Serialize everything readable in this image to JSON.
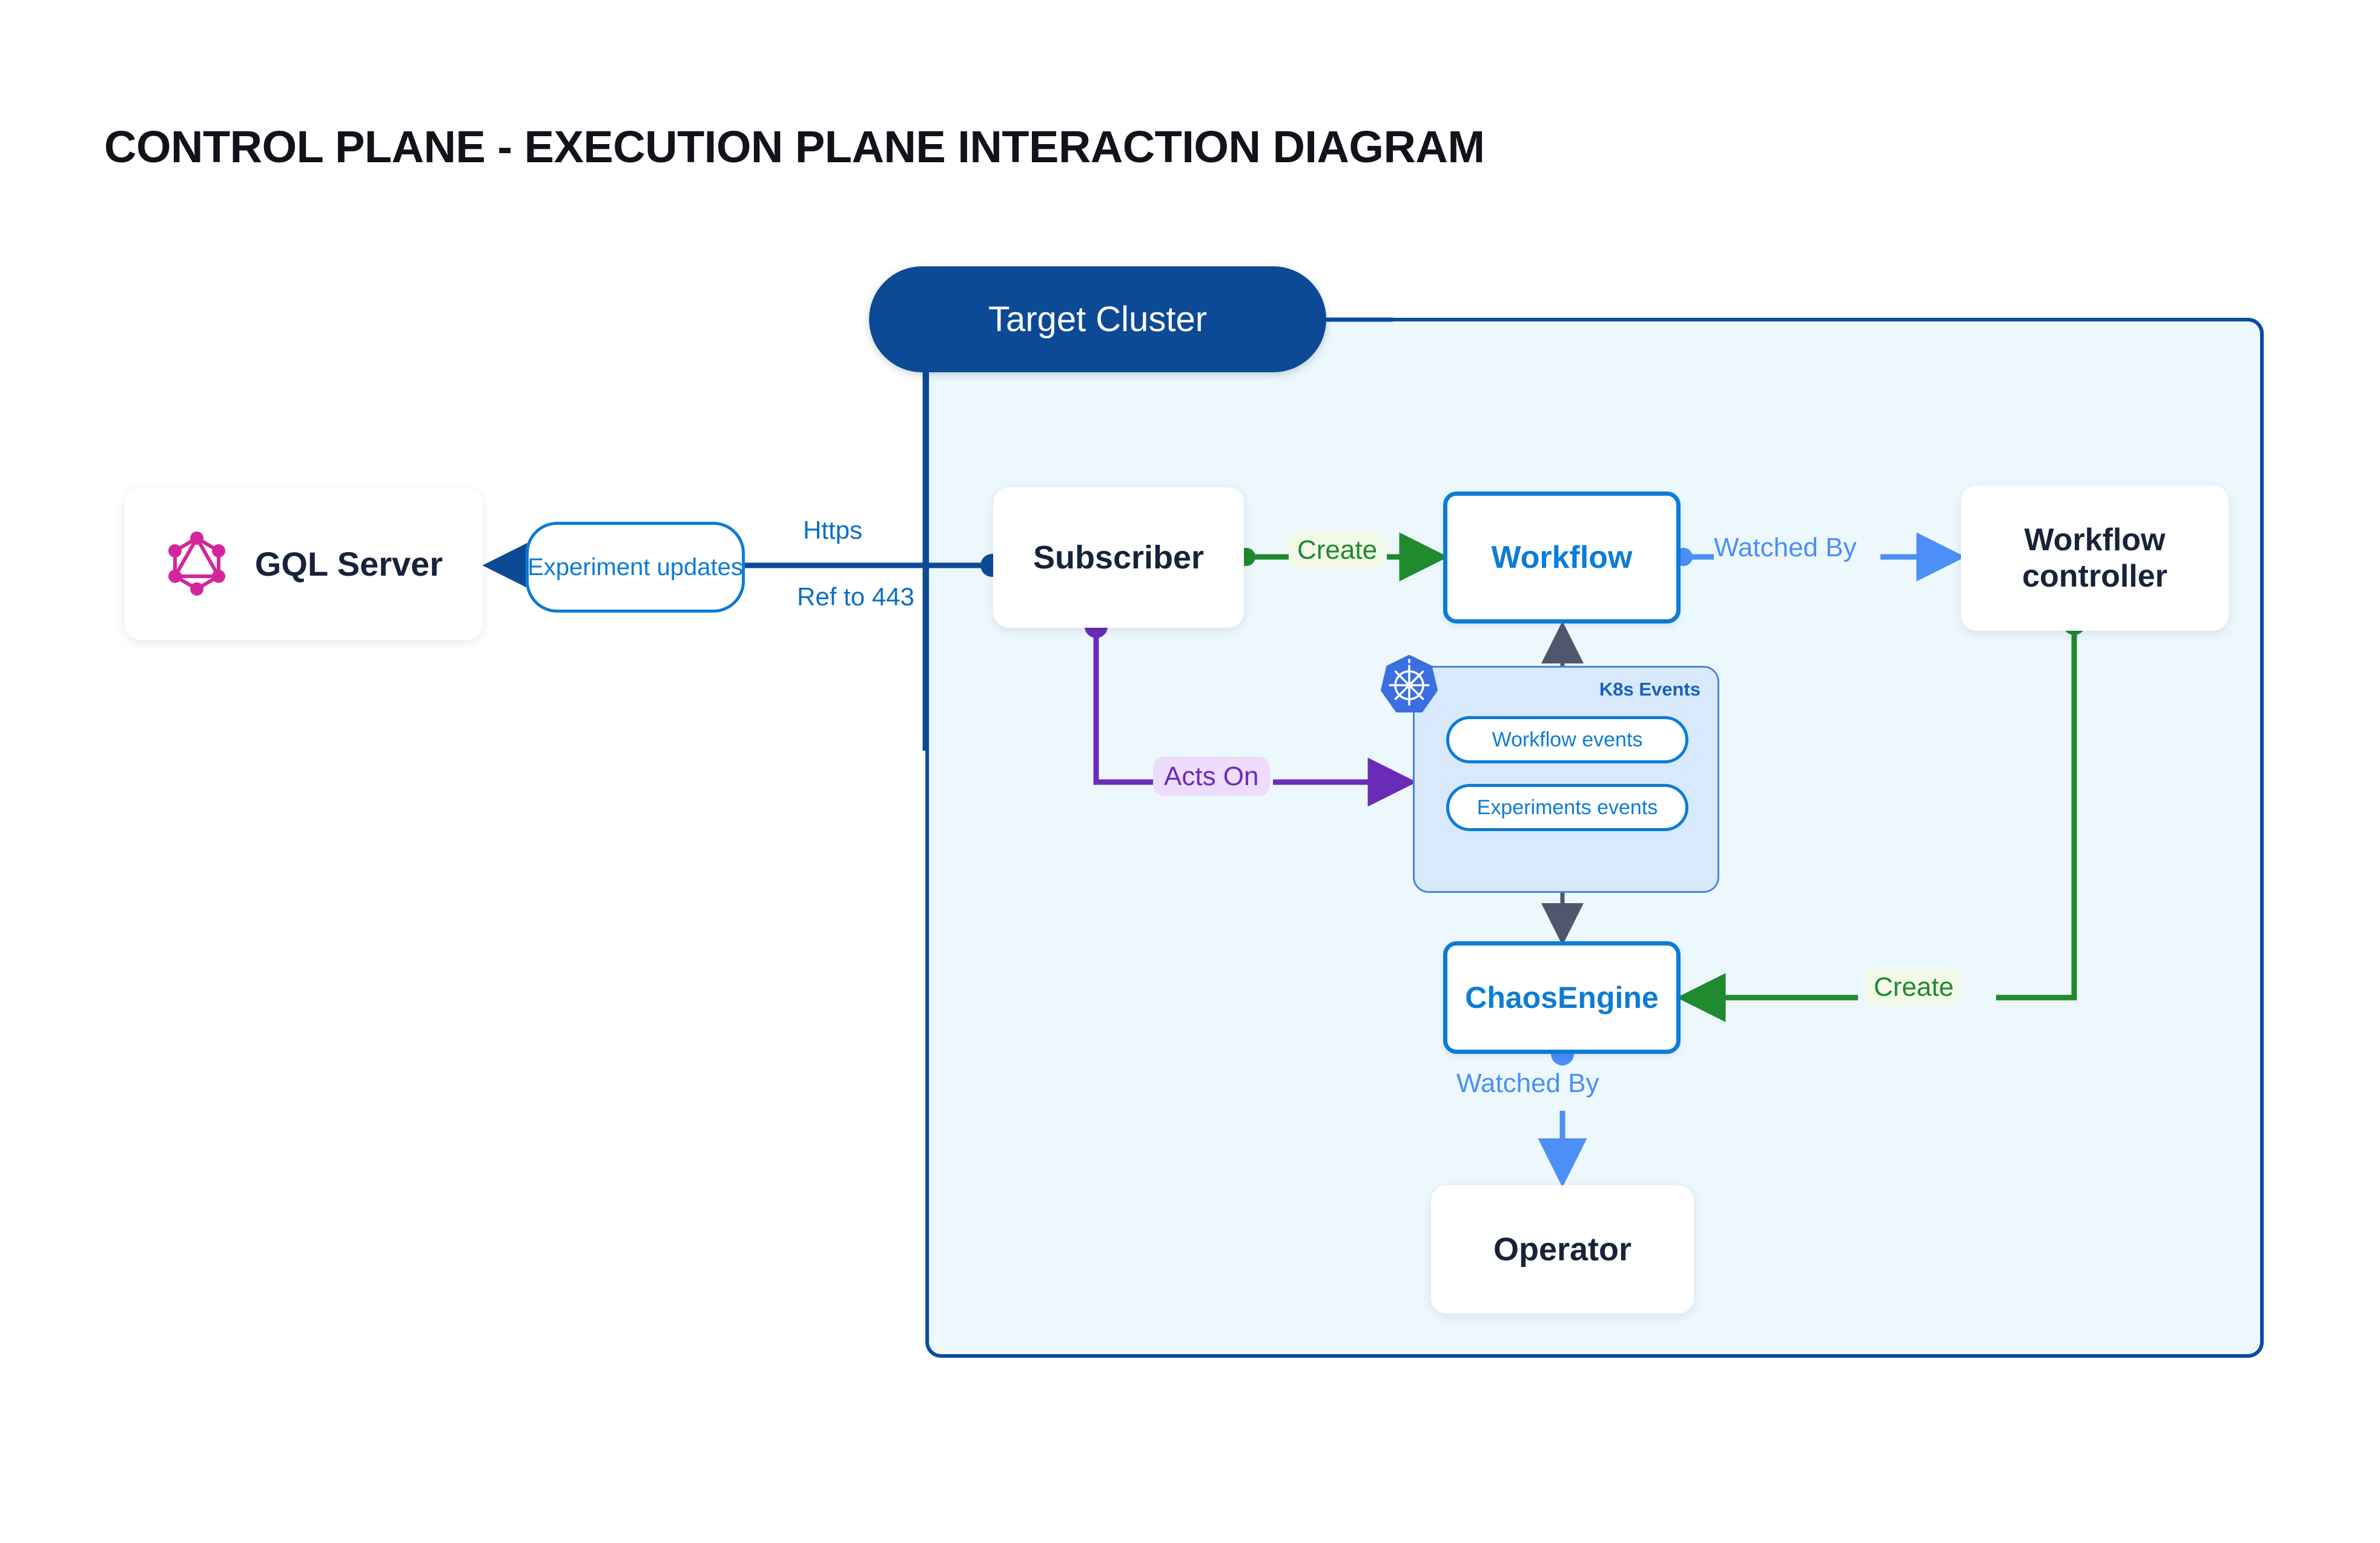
{
  "page": {
    "title": "CONTROL PLANE - EXECUTION PLANE INTERACTION DIAGRAM",
    "background": "#ffffff"
  },
  "colors": {
    "cluster_border": "#0b4c9e",
    "cluster_fill": "#edf8fd",
    "cluster_header": "#0d4a96",
    "node_text": "#17233a",
    "outlined_node": "#0c7cd5",
    "green_edge": "#1f8a2e",
    "light_blue_edge": "#4d8ef7",
    "purple_edge": "#6a2cb8",
    "dark_blue_edge": "#0d4a96",
    "gray_edge": "#50566b",
    "graphql_pink": "#d4269c",
    "k8s_blue": "#3b6fe0",
    "k8s_panel_fill": "#d7e9fa",
    "k8s_panel_border": "#4b86d8"
  },
  "cluster": {
    "header_label": "Target Cluster"
  },
  "nodes": {
    "gql_server": {
      "label": "GQL Server",
      "icon": "graphql-icon"
    },
    "subscriber": {
      "label": "Subscriber"
    },
    "workflow": {
      "label": "Workflow"
    },
    "workflow_controller": {
      "label": "Workflow controller"
    },
    "chaos_engine": {
      "label": "ChaosEngine"
    },
    "operator": {
      "label": "Operator"
    }
  },
  "k8s_events_panel": {
    "title": "K8s Events",
    "icon": "kubernetes-icon",
    "pills": [
      {
        "label": "Workflow events"
      },
      {
        "label": "Experiments events"
      }
    ]
  },
  "edge_labels": {
    "experiment_updates": "Experiment updates",
    "https": "Https",
    "ref_to_443": "Ref to 443",
    "create_workflow": "Create",
    "watched_by_controller": "Watched By",
    "acts_on": "Acts On",
    "create_chaosengine": "Create",
    "watched_by_operator": "Watched By"
  }
}
